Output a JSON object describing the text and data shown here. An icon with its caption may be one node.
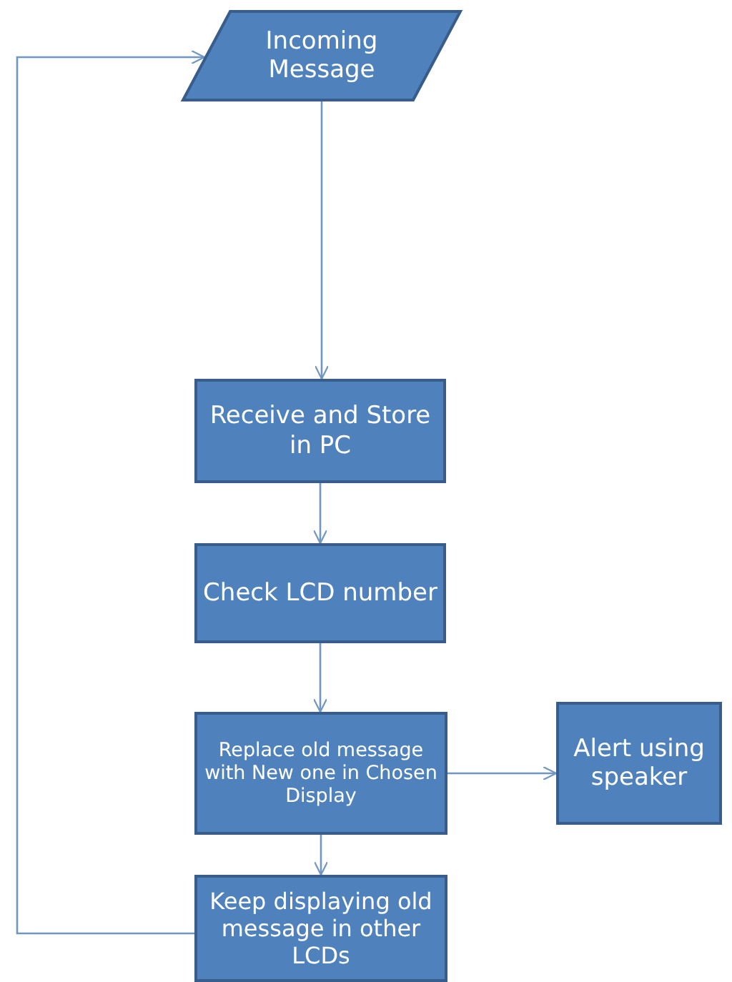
{
  "diagram": {
    "nodes": [
      {
        "text": [
          "Incoming Message"
        ]
      },
      {
        "text": [
          "Receive and Store in PC"
        ]
      },
      {
        "text": [
          "Check LCD number"
        ]
      },
      {
        "text": [
          "Replace old message with New one in Chosen Display"
        ]
      },
      {
        "text": [
          "Alert using speaker"
        ]
      },
      {
        "text": [
          "Keep displaying old message in other LCDs"
        ]
      }
    ],
    "edges": [
      {
        "from": 0,
        "to": 1,
        "arrow": "to"
      },
      {
        "from": 1,
        "to": 2,
        "arrow": "to"
      },
      {
        "from": 2,
        "to": 3,
        "arrow": "to"
      },
      {
        "from": 3,
        "to": 4,
        "arrow": "to"
      },
      {
        "from": 3,
        "to": 5,
        "arrow": "to"
      },
      {
        "from": 5,
        "to": 0,
        "arrow": "to"
      }
    ]
  }
}
